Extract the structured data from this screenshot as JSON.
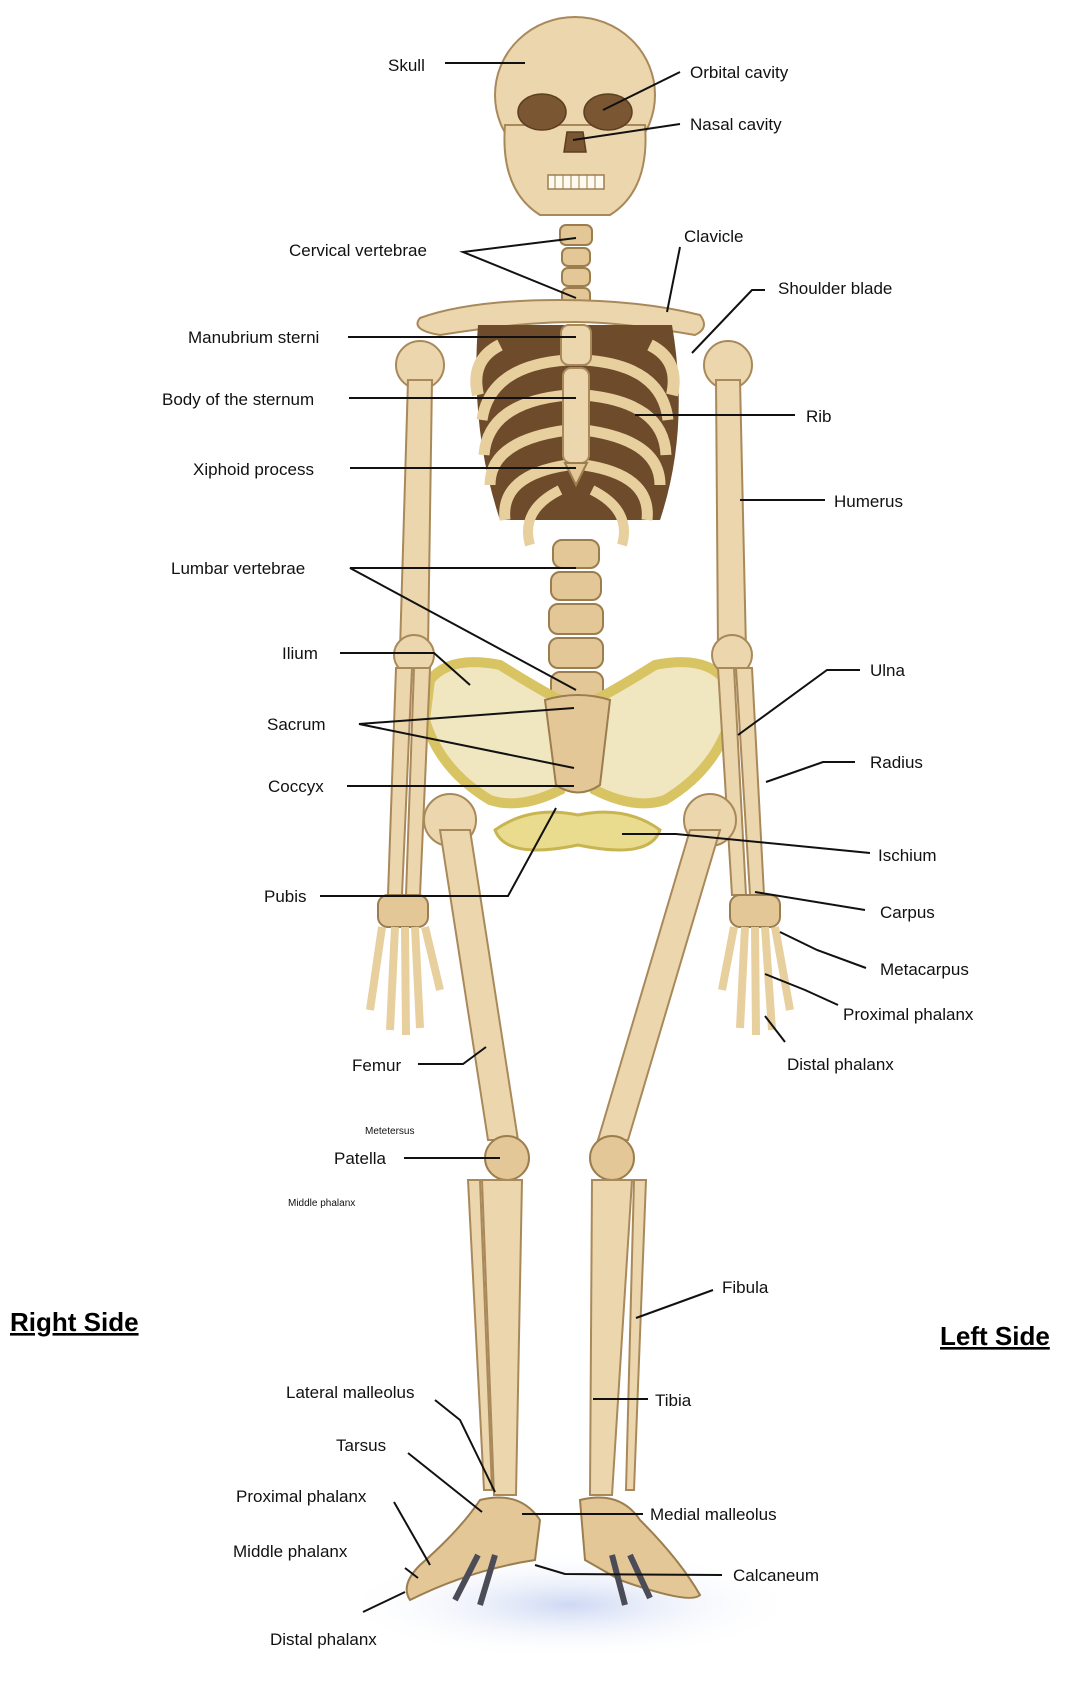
{
  "sides": {
    "right": "Right Side",
    "left": "Left Side"
  },
  "labels": {
    "skull": "Skull",
    "orbital_cavity": "Orbital cavity",
    "nasal_cavity": "Nasal cavity",
    "cervical_vertebrae": "Cervical vertebrae",
    "clavicle": "Clavicle",
    "shoulder_blade": "Shoulder blade",
    "manubrium_sterni": "Manubrium sterni",
    "body_of_sternum": "Body of the sternum",
    "rib": "Rib",
    "xiphoid_process": "Xiphoid process",
    "humerus": "Humerus",
    "lumbar_vertebrae": "Lumbar vertebrae",
    "ilium": "Ilium",
    "ulna": "Ulna",
    "sacrum": "Sacrum",
    "radius": "Radius",
    "coccyx": "Coccyx",
    "ischium": "Ischium",
    "pubis": "Pubis",
    "carpus": "Carpus",
    "metacarpus": "Metacarpus",
    "proximal_phalanx_hand": "Proximal phalanx",
    "distal_phalanx_hand": "Distal phalanx",
    "femur": "Femur",
    "metetersus": "Metetersus",
    "patella": "Patella",
    "middle_phalanx_small": "Middle phalanx",
    "fibula": "Fibula",
    "tibia": "Tibia",
    "lateral_malleolus": "Lateral malleolus",
    "tarsus": "Tarsus",
    "proximal_phalanx_foot": "Proximal phalanx",
    "medial_malleolus": "Medial malleolus",
    "middle_phalanx_foot": "Middle phalanx",
    "calcaneum": "Calcaneum",
    "distal_phalanx_foot": "Distal phalanx"
  },
  "icons": [
    "skeleton-illustration"
  ]
}
